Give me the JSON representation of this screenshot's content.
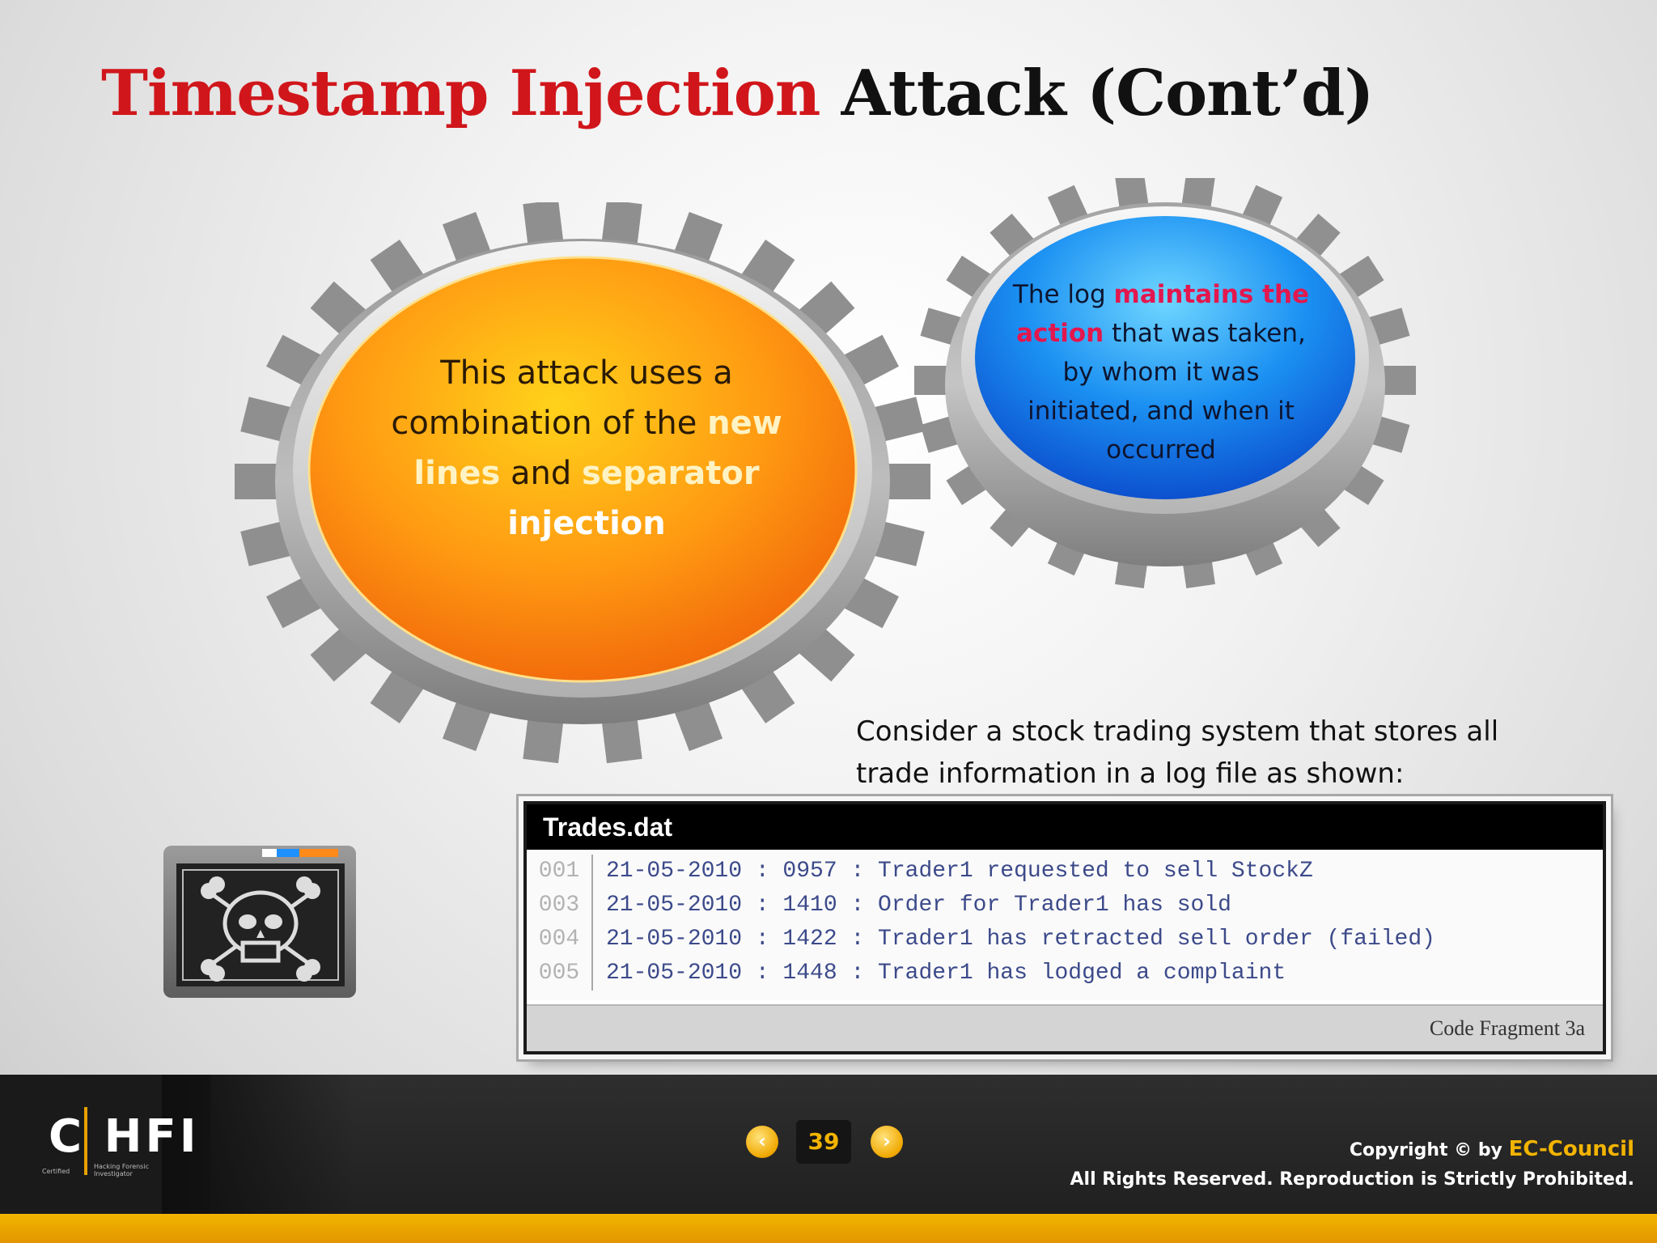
{
  "title": {
    "highlight": "Timestamp Injection",
    "rest": "Attack (Cont’d)"
  },
  "gear_left": {
    "line1": "This attack uses a",
    "line2_pre": "combination of the ",
    "line2_hl": "new",
    "line3_hl": "lines",
    "line3_mid": " and ",
    "line3_hl2": "separator",
    "line4": "injection"
  },
  "gear_right": {
    "line1_pre": "The log ",
    "line1_hl": "maintains the",
    "line2_hl": "action",
    "line2_post": " that was taken,",
    "line3": "by whom it was",
    "line4": "initiated, and when it",
    "line5": "occurred"
  },
  "intro": {
    "line1": "Consider a stock trading system that stores all",
    "line2": "trade information in a log file as shown:"
  },
  "code": {
    "filename": "Trades.dat",
    "rows": [
      {
        "num": "001",
        "text": "21-05-2010 : 0957 : Trader1 requested to sell StockZ"
      },
      {
        "num": "003",
        "text": "21-05-2010 : 1410 : Order for Trader1 has sold"
      },
      {
        "num": "004",
        "text": "21-05-2010 : 1422 : Trader1 has retracted sell order (failed)"
      },
      {
        "num": "005",
        "text": "21-05-2010 : 1448 : Trader1 has lodged a complaint"
      }
    ],
    "caption": "Code Fragment 3a"
  },
  "footer": {
    "logo_text": "C HFI",
    "logo_sub_left": "Certified",
    "logo_sub_right_1": "Hacking Forensic",
    "logo_sub_right_2": "Investigator",
    "page": "39",
    "prev_icon": "‹",
    "next_icon": "›",
    "copyright_pre": "Copyright © by ",
    "copyright_brand": "EC-Council",
    "rights": "All Rights Reserved. Reproduction is Strictly Prohibited."
  },
  "colors": {
    "title_red": "#d0161b",
    "accent_yellow": "#f2b400",
    "orange_bubble": "#f57f10",
    "blue_bubble": "#1f8cf0"
  },
  "icons": [
    "skull-crossbones-icon",
    "gear-icon",
    "prev-arrow-icon",
    "next-arrow-icon"
  ]
}
